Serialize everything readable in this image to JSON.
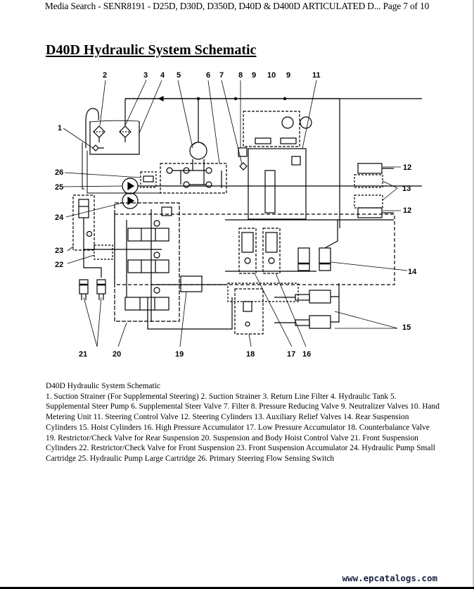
{
  "header": {
    "text": "Media Search - SENR8191 - D25D, D30D, D350D, D40D & D400D ARTICULATED D... Page 7 of 10"
  },
  "document": {
    "title": "D40D Hydraulic System Schematic"
  },
  "schematic": {
    "callouts": {
      "c1": "1",
      "c2": "2",
      "c3": "3",
      "c4": "4",
      "c5": "5",
      "c6": "6",
      "c7": "7",
      "c8": "8",
      "c9a": "9",
      "c10": "10",
      "c9b": "9",
      "c11": "11",
      "c12a": "12",
      "c13": "13",
      "c12b": "12",
      "c14": "14",
      "c15": "15",
      "c16": "16",
      "c17": "17",
      "c18": "18",
      "c19": "19",
      "c20": "20",
      "c21": "21",
      "c22": "22",
      "c23": "23",
      "c24": "24",
      "c25": "25",
      "c26": "26"
    }
  },
  "caption": {
    "title": "D40D Hydraulic System Schematic",
    "body": "1. Suction Strainer (For Supplemental Steering) 2. Suction Strainer 3. Return Line Filter 4. Hydraulic Tank 5. Supplemental Steer Pump 6. Supplemental Steer Valve 7. Filter 8. Pressure Reducing Valve 9. Neutralizer Valves 10. Hand Metering Unit 11. Steering Control Valve 12. Steering Cylinders 13. Auxiliary Relief Valves 14. Rear Suspension Cylinders 15. Hoist Cylinders 16. High Pressure Accumulator 17. Low Pressure Accumulator 18. Counterbalance Valve 19. Restrictor/Check Valve for Rear Suspension 20. Suspension and Body Hoist Control Valve 21. Front Suspension Cylinders 22. Restrictor/Check Valve for Front Suspension 23. Front Suspension Accumulator 24. Hydraulic Pump Small Cartridge 25. Hydraulic Pump Large Cartridge 26. Primary Steering Flow Sensing Switch"
  },
  "footer": {
    "watermark": "www.epcatalogs.com"
  }
}
